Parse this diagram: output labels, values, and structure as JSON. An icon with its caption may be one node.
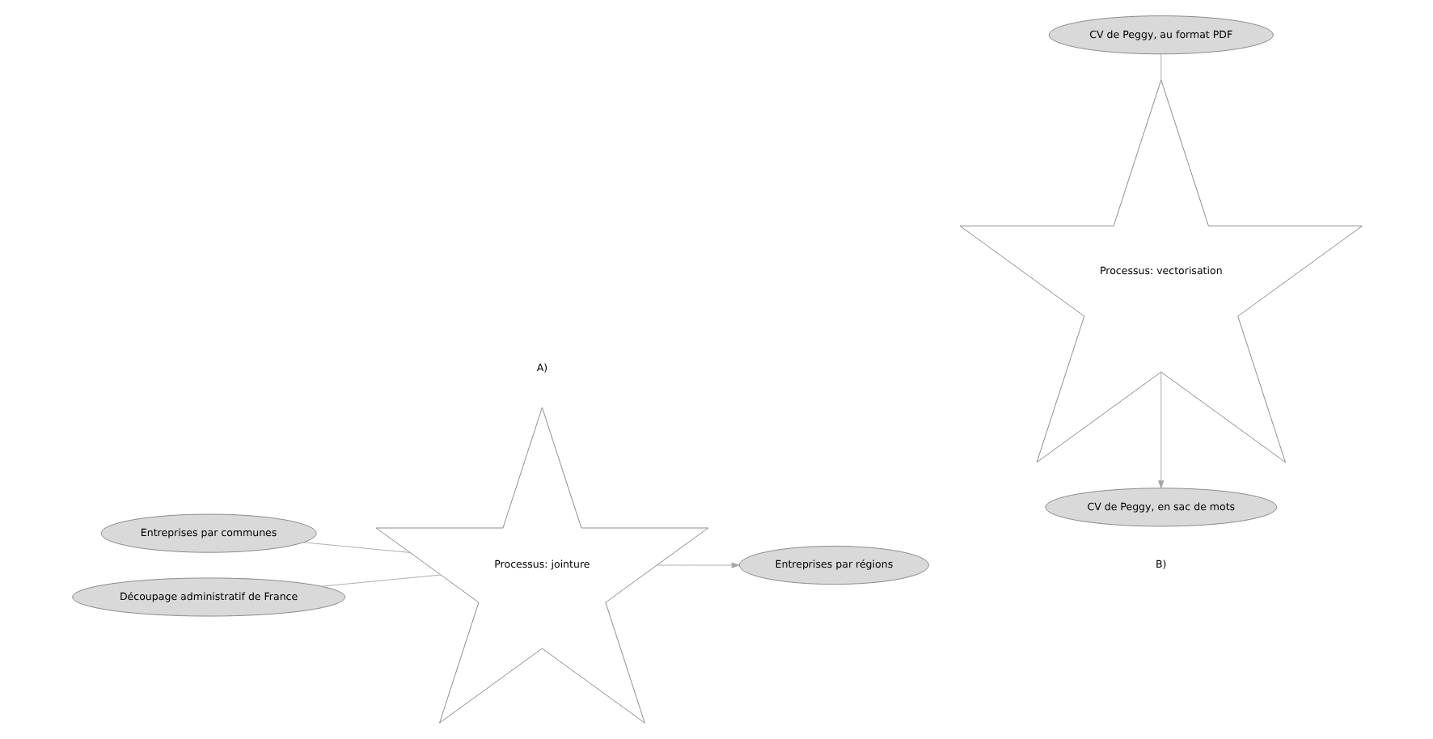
{
  "diagram": {
    "nodes": [
      {
        "text": [
          "Entreprises par communes"
        ]
      },
      {
        "text": [
          "Processus: jointure"
        ]
      },
      {
        "text": [
          "Entreprises par régions"
        ]
      },
      {
        "text": [
          "Découpage administratif de France"
        ]
      },
      {
        "text": [
          "CV de Peggy, au format PDF"
        ]
      },
      {
        "text": [
          "Processus: vectorisation"
        ]
      },
      {
        "text": [
          "CV de Peggy, en sac de mots"
        ]
      }
    ],
    "edges": [
      {
        "from": 0,
        "to": 1,
        "arrow": "none"
      },
      {
        "from": 3,
        "to": 1,
        "arrow": "none"
      },
      {
        "from": 1,
        "to": 2,
        "arrow": "to"
      },
      {
        "from": 4,
        "to": 5,
        "arrow": "none"
      },
      {
        "from": 5,
        "to": 6,
        "arrow": "to"
      }
    ],
    "labels": [
      "A)",
      "B)"
    ]
  }
}
